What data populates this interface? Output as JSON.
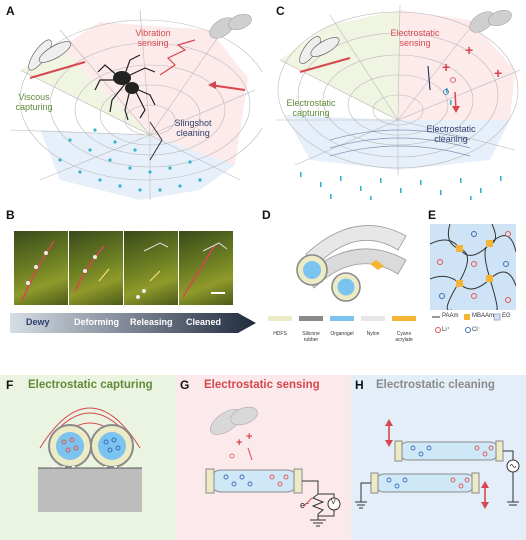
{
  "panels": {
    "a": {
      "letter": "A",
      "vibration": "Vibration\nsensing",
      "viscous": "Viscous\ncapturing",
      "slingshot": "Slingshot\ncleaning"
    },
    "c": {
      "letter": "C",
      "sensing": "Electrostatic\nsensing",
      "capturing": "Electrostatic\ncapturing",
      "cleaning": "Electrostatic\ncleaning"
    },
    "b": {
      "letter": "B",
      "stages": [
        "Dewy",
        "Deforming",
        "Releasing",
        "Cleaned"
      ]
    },
    "d": {
      "letter": "D",
      "legend": [
        "HDFS",
        "Silicone rubber",
        "Organogel",
        "Nylon",
        "Cyano acrylate"
      ]
    },
    "e": {
      "letter": "E",
      "legend": [
        "PAAm",
        "MBAAm",
        "EG",
        "Li⁺",
        "Cl⁻"
      ]
    },
    "f": {
      "letter": "F",
      "title": "Electrostatic capturing"
    },
    "g": {
      "letter": "G",
      "title": "Electrostatic sensing",
      "e_label": "e⁻",
      "v_label": "V"
    },
    "h": {
      "letter": "H",
      "title": "Electrostatic cleaning"
    }
  },
  "colors": {
    "green": "#5f8a3a",
    "red": "#d7474f",
    "navy": "#2d3e6b",
    "hdfs": "#ecebc6",
    "silicone": "#8a8a8a",
    "organogel": "#7cc4f0",
    "nylon": "#e6e6e6",
    "cyano": "#f3b533",
    "li": "#e1544f",
    "cl": "#3b6fb6",
    "mbaam": "#f3b533",
    "eg_bg": "#cfe3f7"
  }
}
